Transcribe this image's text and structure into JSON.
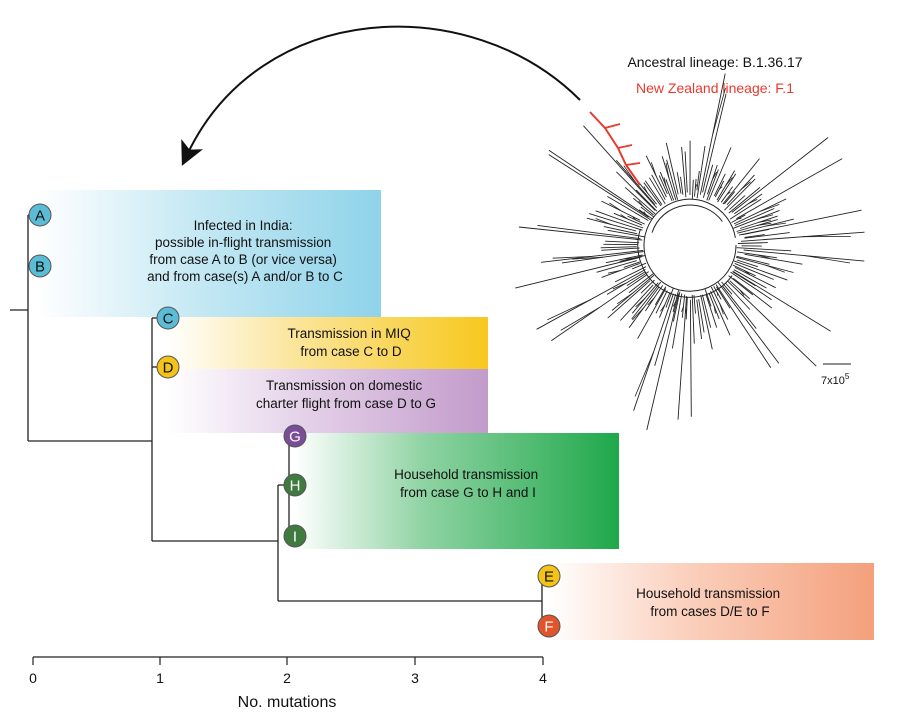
{
  "lineages": {
    "ancestral": "Ancestral lineage: B.1.36.17",
    "nz": "New Zealand lineage: F.1",
    "nz_color": "#e8392f",
    "scale_label": "7x10",
    "scale_exp": "5"
  },
  "boxes": [
    {
      "id": "box-india",
      "lines": [
        "Infected in India:",
        "possible in-flight transmission",
        "from case A to B (or vice versa)",
        "and from case(s) A and/or B to C"
      ],
      "color": "#8fd3ea"
    },
    {
      "id": "box-miq",
      "lines": [
        "Transmission in MIQ",
        "from case C to D"
      ],
      "color": "#f7c81e"
    },
    {
      "id": "box-charter",
      "lines": [
        "Transmission on domestic",
        "charter flight from case D to G"
      ],
      "color": "#c29bcb"
    },
    {
      "id": "box-household-g",
      "lines": [
        "Household transmission",
        "from case G to H and I"
      ],
      "color": "#1fa84a"
    },
    {
      "id": "box-household-f",
      "lines": [
        "Household transmission",
        "from cases D/E to F"
      ],
      "color": "#f4a07c"
    }
  ],
  "nodes": [
    {
      "label": "A",
      "color": "#5bbcd6"
    },
    {
      "label": "B",
      "color": "#5bbcd6"
    },
    {
      "label": "C",
      "color": "#5bbcd6"
    },
    {
      "label": "D",
      "color": "#f3c318"
    },
    {
      "label": "G",
      "color": "#7b4d96"
    },
    {
      "label": "H",
      "color": "#3f7a3f"
    },
    {
      "label": "I",
      "color": "#3f7a3f"
    },
    {
      "label": "E",
      "color": "#f3c318"
    },
    {
      "label": "F",
      "color": "#e2542a"
    }
  ],
  "axis": {
    "title": "No. mutations",
    "ticks": [
      "0",
      "1",
      "2",
      "3",
      "4"
    ]
  }
}
